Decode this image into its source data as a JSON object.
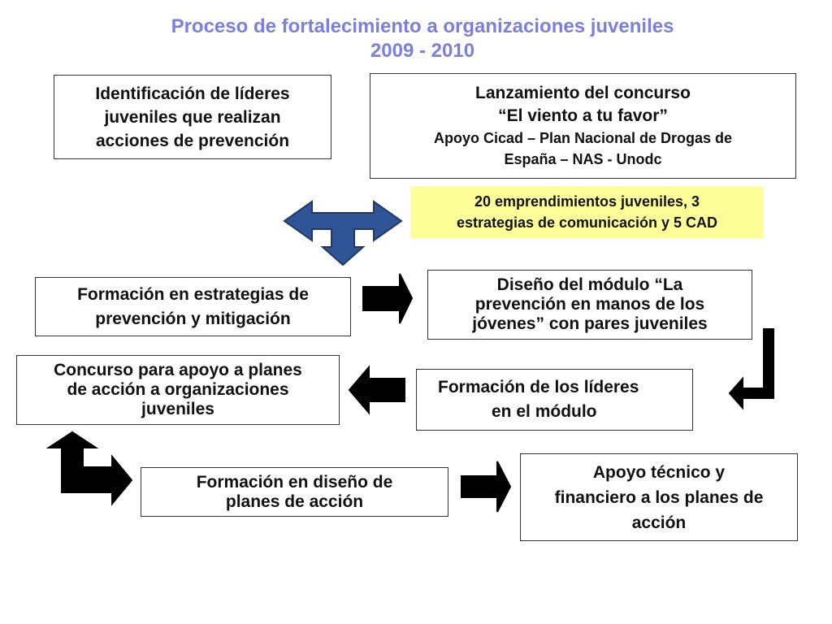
{
  "title": {
    "line1": "Proceso de fortalecimiento a organizaciones juveniles",
    "line2": "2009 - 2010"
  },
  "boxes": {
    "identificacion": [
      "Identificación de líderes",
      "juveniles que realizan",
      "acciones de prevención"
    ],
    "lanzamiento": {
      "line1": "Lanzamiento del concurso",
      "line2": "“El viento a tu favor”",
      "line3": "Apoyo Cicad – Plan Nacional de Drogas de",
      "line4": "España – NAS - Unodc"
    },
    "emprendimientos": [
      "20 emprendimientos juveniles, 3",
      "estrategias de comunicación y 5 CAD"
    ],
    "formacion_estrategias": [
      "Formación en estrategias de",
      "prevención y mitigación"
    ],
    "diseno_modulo": [
      "Diseño del módulo “La",
      "prevención en manos de los",
      "jóvenes” con pares juveniles"
    ],
    "concurso_apoyo": [
      "Concurso para apoyo a planes",
      "de acción a organizaciones",
      "juveniles"
    ],
    "formacion_lideres": [
      "Formación de los líderes",
      "en el módulo"
    ],
    "formacion_diseno": [
      "Formación en diseño de",
      "planes de acción"
    ],
    "apoyo_tecnico": [
      "Apoyo técnico y",
      "financiero a los planes de",
      "acción"
    ]
  },
  "colors": {
    "title": "#7b7fe0",
    "highlight_box": "#ffff99",
    "t_arrow_fill": "#2f5597",
    "arrow_fill": "#000000"
  }
}
